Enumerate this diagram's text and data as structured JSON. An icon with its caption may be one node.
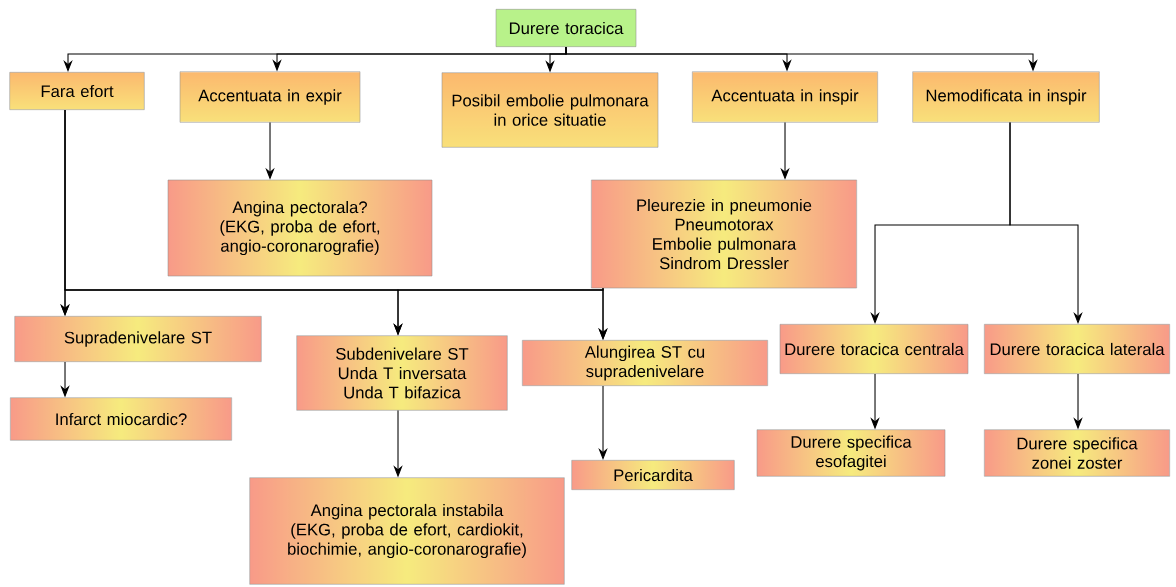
{
  "diagram": {
    "nodes": [
      {
        "text": [
          "Durere toracica"
        ]
      },
      {
        "text": [
          "Fara efort"
        ]
      },
      {
        "text": [
          "Accentuata in expir"
        ]
      },
      {
        "text": [
          "Posibil embolie pulmonara in orice situatie"
        ]
      },
      {
        "text": [
          "Accentuata in inspir"
        ]
      },
      {
        "text": [
          "Nemodificata in inspir"
        ]
      },
      {
        "text": [
          "Angina pectorala?",
          "(EKG, proba de efort, angio-coronarografie)"
        ]
      },
      {
        "text": [
          "Pleurezie in pneumonie",
          "Pneumotorax",
          "Embolie pulmonara",
          "Sindrom Dressler"
        ]
      },
      {
        "text": [
          "Supradenivelare ST"
        ]
      },
      {
        "text": [
          "Subdenivelare ST",
          "Unda T inversata",
          "Unda T bifazica"
        ]
      },
      {
        "text": [
          "Alungirea ST cu supradenivelare"
        ]
      },
      {
        "text": [
          "Durere toracica centrala"
        ]
      },
      {
        "text": [
          "Durere toracica laterala"
        ]
      },
      {
        "text": [
          "Infarct miocardic?"
        ]
      },
      {
        "text": [
          "Angina pectorala instabila",
          "(EKG, proba de efort, cardiokit, biochimie, angio-coronarografie)"
        ]
      },
      {
        "text": [
          "Pericardita"
        ]
      },
      {
        "text": [
          "Durere specifica esofagitei"
        ]
      },
      {
        "text": [
          "Durere specifica zonei zoster"
        ]
      }
    ],
    "edges": [
      {
        "from": 0,
        "to": 1,
        "arrow": "to"
      },
      {
        "from": 0,
        "to": 2,
        "arrow": "to"
      },
      {
        "from": 0,
        "to": 3,
        "arrow": "to"
      },
      {
        "from": 0,
        "to": 4,
        "arrow": "to"
      },
      {
        "from": 0,
        "to": 5,
        "arrow": "to"
      },
      {
        "from": 2,
        "to": 6,
        "arrow": "to"
      },
      {
        "from": 4,
        "to": 7,
        "arrow": "to"
      },
      {
        "from": 1,
        "to": 8,
        "arrow": "to"
      },
      {
        "from": 1,
        "to": 9,
        "arrow": "to"
      },
      {
        "from": 1,
        "to": 10,
        "arrow": "to"
      },
      {
        "from": 7,
        "to": 8,
        "arrow": "to"
      },
      {
        "from": 7,
        "to": 9,
        "arrow": "to"
      },
      {
        "from": 7,
        "to": 10,
        "arrow": "to"
      },
      {
        "from": 5,
        "to": 11,
        "arrow": "to"
      },
      {
        "from": 5,
        "to": 12,
        "arrow": "to"
      },
      {
        "from": 8,
        "to": 13,
        "arrow": "to"
      },
      {
        "from": 9,
        "to": 14,
        "arrow": "to"
      },
      {
        "from": 10,
        "to": 15,
        "arrow": "to"
      },
      {
        "from": 11,
        "to": 16,
        "arrow": "to"
      },
      {
        "from": 12,
        "to": 17,
        "arrow": "to"
      }
    ]
  }
}
